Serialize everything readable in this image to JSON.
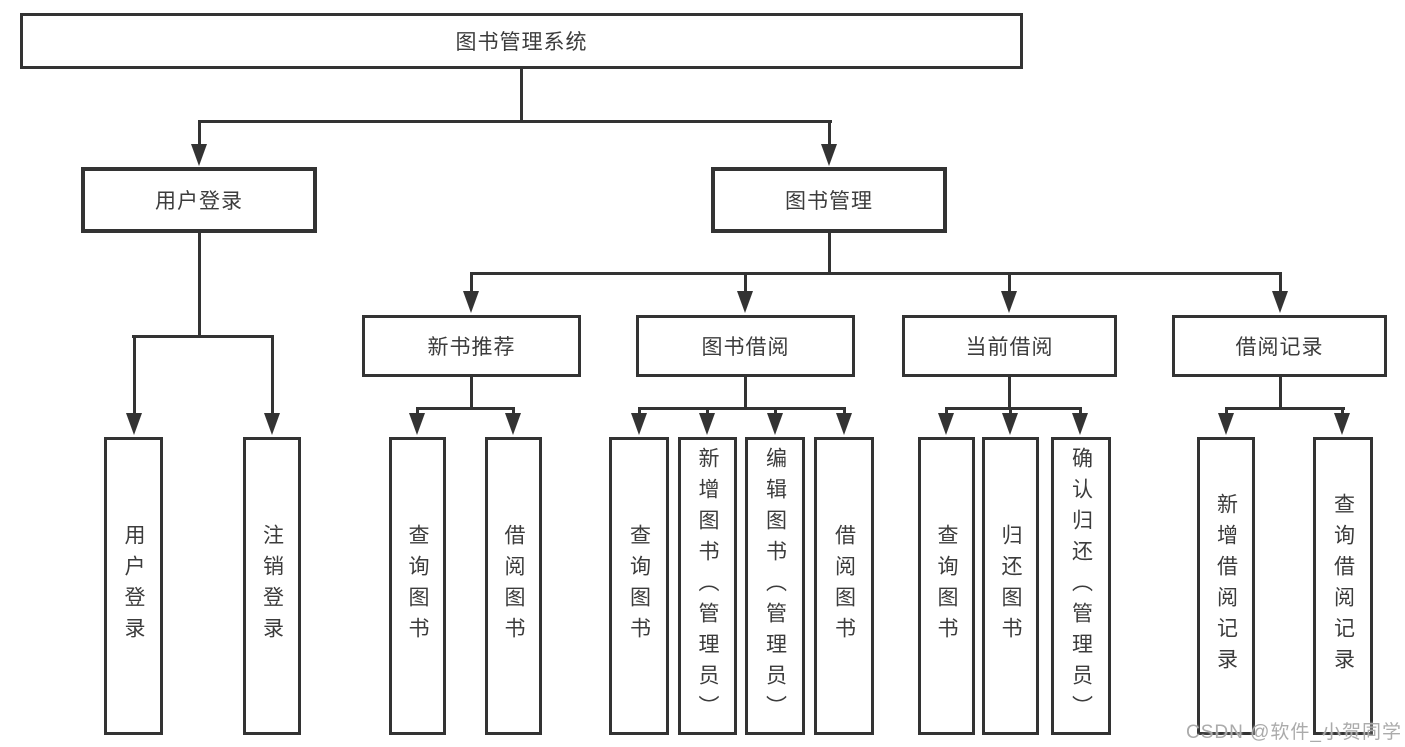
{
  "diagram": {
    "title": "图书管理系统",
    "root": "图书管理系统",
    "level2": [
      "用户登录",
      "图书管理"
    ],
    "level3": [
      "新书推荐",
      "图书借阅",
      "当前借阅",
      "借阅记录"
    ],
    "leaves": {
      "user_login": [
        "用户登录",
        "注销登录"
      ],
      "new_books": [
        "查询图书",
        "借阅图书"
      ],
      "book_borrow": [
        "查询图书",
        "新增图书（管理员）",
        "编辑图书（管理员）",
        "借阅图书"
      ],
      "current_borrow": [
        "查询图书",
        "归还图书",
        "确认归还（管理员）"
      ],
      "borrow_records": [
        "新增借阅记录",
        "查询借阅记录"
      ]
    }
  },
  "watermark": "CSDN @软件_小贺同学",
  "colors": {
    "line": "#333333",
    "text": "#3c3c3c",
    "watermark": "#ababab",
    "background": "#ffffff"
  }
}
